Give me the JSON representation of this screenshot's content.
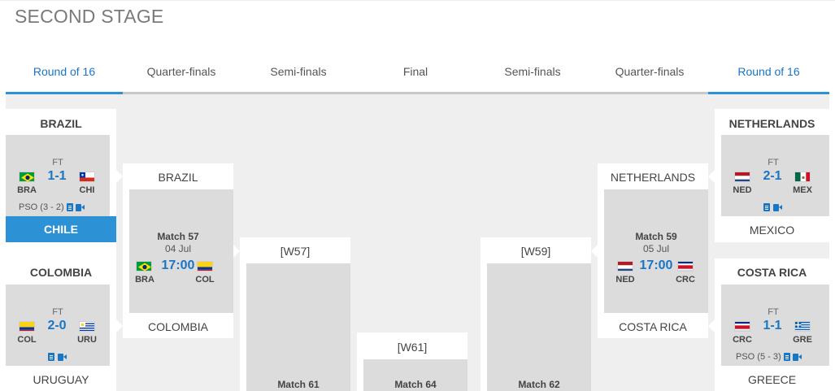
{
  "title": "SECOND STAGE",
  "tabs": [
    {
      "label": "Round of 16"
    },
    {
      "label": "Quarter-finals"
    },
    {
      "label": "Semi-finals"
    },
    {
      "label": "Final"
    },
    {
      "label": "Semi-finals"
    },
    {
      "label": "Quarter-finals"
    },
    {
      "label": "Round of 16"
    }
  ],
  "colors": {
    "accent": "#2d91d6",
    "score": "#1976c5"
  },
  "left_r16": [
    {
      "home_name": "BRAZIL",
      "status": "FT",
      "score": "1-1",
      "home_code": "BRA",
      "away_code": "CHI",
      "pso": "PSO (3 - 2)",
      "away_name": "CHILE"
    },
    {
      "home_name": "COLOMBIA",
      "status": "FT",
      "score": "2-0",
      "home_code": "COL",
      "away_code": "URU",
      "away_name": "URUGUAY"
    }
  ],
  "right_r16": [
    {
      "home_name": "NETHERLANDS",
      "status": "FT",
      "score": "2-1",
      "home_code": "NED",
      "away_code": "MEX",
      "away_name": "MEXICO"
    },
    {
      "home_name": "COSTA RICA",
      "status": "FT",
      "score": "1-1",
      "home_code": "CRC",
      "away_code": "GRE",
      "pso": "PSO (5 - 3)",
      "away_name": "GREECE"
    }
  ],
  "qf_left": {
    "team_top": "BRAZIL",
    "match": "Match 57",
    "date": "04 Jul",
    "time": "17:00",
    "home_code": "BRA",
    "away_code": "COL",
    "team_bottom": "COLOMBIA"
  },
  "qf_right": {
    "team_top": "NETHERLANDS",
    "match": "Match 59",
    "date": "05 Jul",
    "time": "17:00",
    "home_code": "NED",
    "away_code": "CRC",
    "team_bottom": "COSTA RICA"
  },
  "sf_left": {
    "slot": "[W57]",
    "match": "Match 61"
  },
  "sf_right": {
    "slot": "[W59]",
    "match": "Match 62"
  },
  "final": {
    "slot": "[W61]",
    "match": "Match 64"
  },
  "icons": {
    "report": "report-icon",
    "video": "video-icon"
  }
}
